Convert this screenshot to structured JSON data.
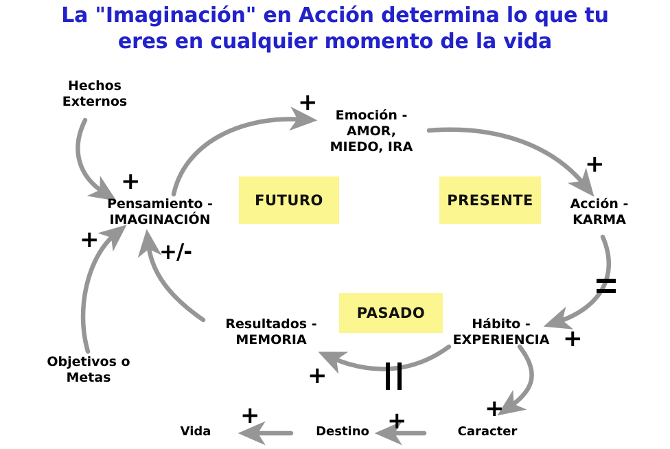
{
  "title": "La \"Imaginación\" en Acción determina lo que tu\neres en cualquier momento de la vida",
  "colors": {
    "title_blue": "#2222cc",
    "highlight_yellow": "#fbf68f",
    "arrow_gray": "#969696",
    "text_black": "#000000",
    "background": "#ffffff"
  },
  "diagram": {
    "type": "causal-loop-diagram",
    "nodes": [
      {
        "id": "hechos",
        "label": "Hechos\nExternos"
      },
      {
        "id": "pensamiento",
        "label": "Pensamiento -\nIMAGINACIÓN"
      },
      {
        "id": "emocion",
        "label": "Emoción -\nAMOR,\nMIEDO, IRA"
      },
      {
        "id": "accion",
        "label": "Acción -\nKARMA"
      },
      {
        "id": "habito",
        "label": "Hábito -\nEXPERIENCIA"
      },
      {
        "id": "resultados",
        "label": "Resultados -\nMEMORIA"
      },
      {
        "id": "objetivos",
        "label": "Objetivos o\nMetas"
      },
      {
        "id": "caracter",
        "label": "Caracter"
      },
      {
        "id": "destino",
        "label": "Destino"
      },
      {
        "id": "vida",
        "label": "Vida"
      }
    ],
    "phase_boxes": [
      {
        "id": "futuro",
        "label": "FUTURO"
      },
      {
        "id": "presente",
        "label": "PRESENTE"
      },
      {
        "id": "pasado",
        "label": "PASADO"
      }
    ],
    "polarity_marks": {
      "hechos_to_pensamiento": "+",
      "objetivos_to_pensamiento": "+",
      "resultados_to_pensamiento": "+/-",
      "pensamiento_to_emocion": "+",
      "emocion_to_accion": "+",
      "accion_to_habito": "=",
      "habito_to_resultados": "||",
      "resultados_in": "+",
      "habito_to_caracter": "+",
      "caracter_to_destino": "+",
      "destino_to_vida": "+",
      "habito_plus": "+"
    },
    "links": [
      {
        "from": "hechos",
        "to": "pensamiento",
        "sign": "+"
      },
      {
        "from": "objetivos",
        "to": "pensamiento",
        "sign": "+"
      },
      {
        "from": "resultados",
        "to": "pensamiento",
        "sign": "+/-"
      },
      {
        "from": "pensamiento",
        "to": "emocion",
        "sign": "+"
      },
      {
        "from": "emocion",
        "to": "accion",
        "sign": "+"
      },
      {
        "from": "accion",
        "to": "habito",
        "sign": "="
      },
      {
        "from": "habito",
        "to": "resultados",
        "sign": "||"
      },
      {
        "from": "habito",
        "to": "caracter",
        "sign": "+"
      },
      {
        "from": "caracter",
        "to": "destino",
        "sign": "+"
      },
      {
        "from": "destino",
        "to": "vida",
        "sign": "+"
      }
    ]
  }
}
